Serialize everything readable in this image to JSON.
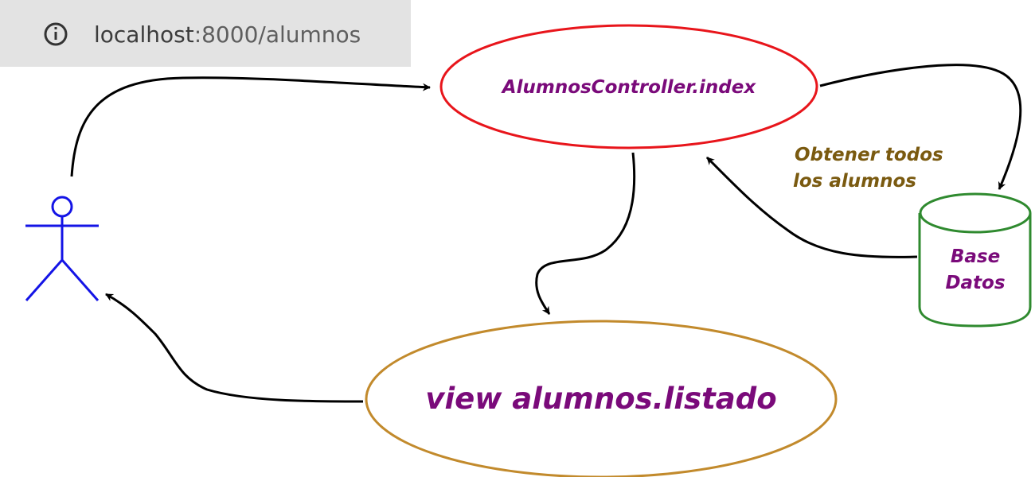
{
  "address_bar": {
    "icon": "info-icon",
    "host": "localhost",
    "path": ":8000/alumnos"
  },
  "nodes": {
    "controller": "AlumnosController.index",
    "view": "view alumnos.listado",
    "database": {
      "line1": "Base",
      "line2": "Datos"
    }
  },
  "labels": {
    "query_line1": "Obtener todos",
    "query_line2": "los alumnos"
  },
  "colors": {
    "controller_border": "#e8151b",
    "view_border": "#c28a2c",
    "database_border": "#2f8a2f",
    "actor": "#1414e6",
    "node_text": "#7a0a7a",
    "label_text": "#7a5a10",
    "arrows": "#000000"
  }
}
